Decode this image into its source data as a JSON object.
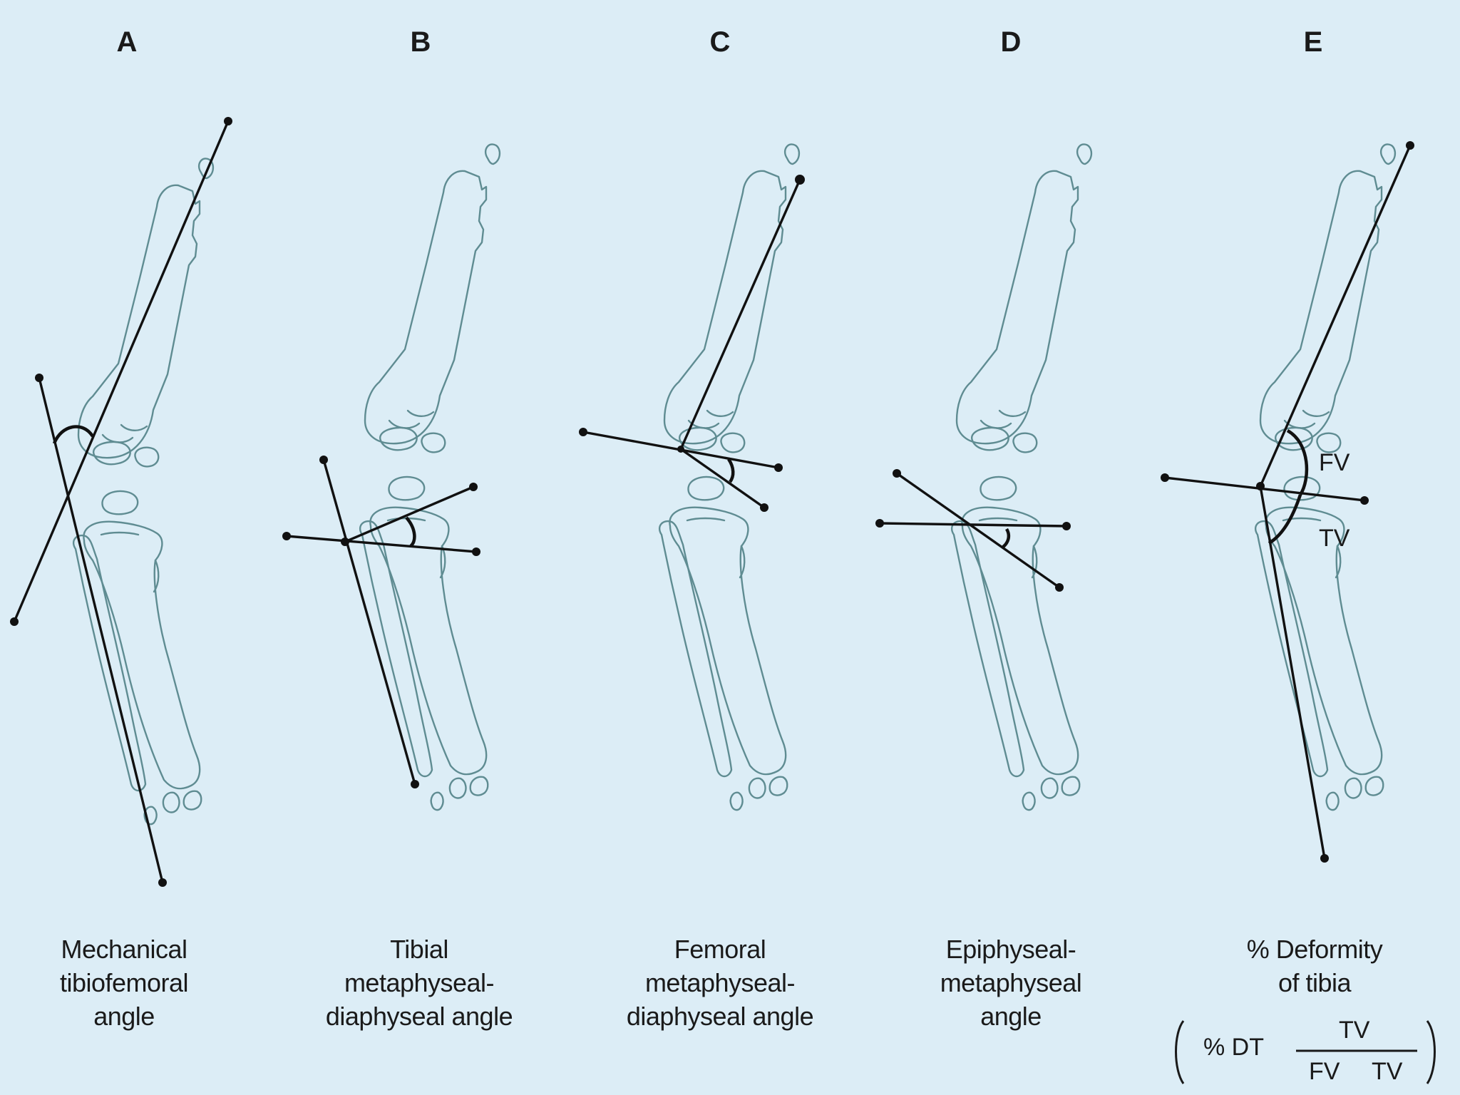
{
  "panels": [
    {
      "letter": "A",
      "caption": [
        "Mechanical",
        "tibiofemoral",
        "angle"
      ]
    },
    {
      "letter": "B",
      "caption": [
        "Tibial",
        "metaphyseal-",
        "diaphyseal angle"
      ]
    },
    {
      "letter": "C",
      "caption": [
        "Femoral",
        "metaphyseal-",
        "diaphyseal angle"
      ]
    },
    {
      "letter": "D",
      "caption": [
        "Epiphyseal-",
        "metaphyseal",
        "angle"
      ]
    },
    {
      "letter": "E",
      "caption": [
        "% Deformity",
        "of tibia"
      ]
    }
  ],
  "labels": {
    "fv": "FV",
    "tv": "TV"
  },
  "formula": {
    "lhs": "% DT",
    "numerator": "TV",
    "denominator_left": "FV",
    "denominator_right": "TV"
  },
  "colors": {
    "background": "#dcedf6",
    "bone_outline": "#5f8c92",
    "measurement_line": "#111111"
  }
}
